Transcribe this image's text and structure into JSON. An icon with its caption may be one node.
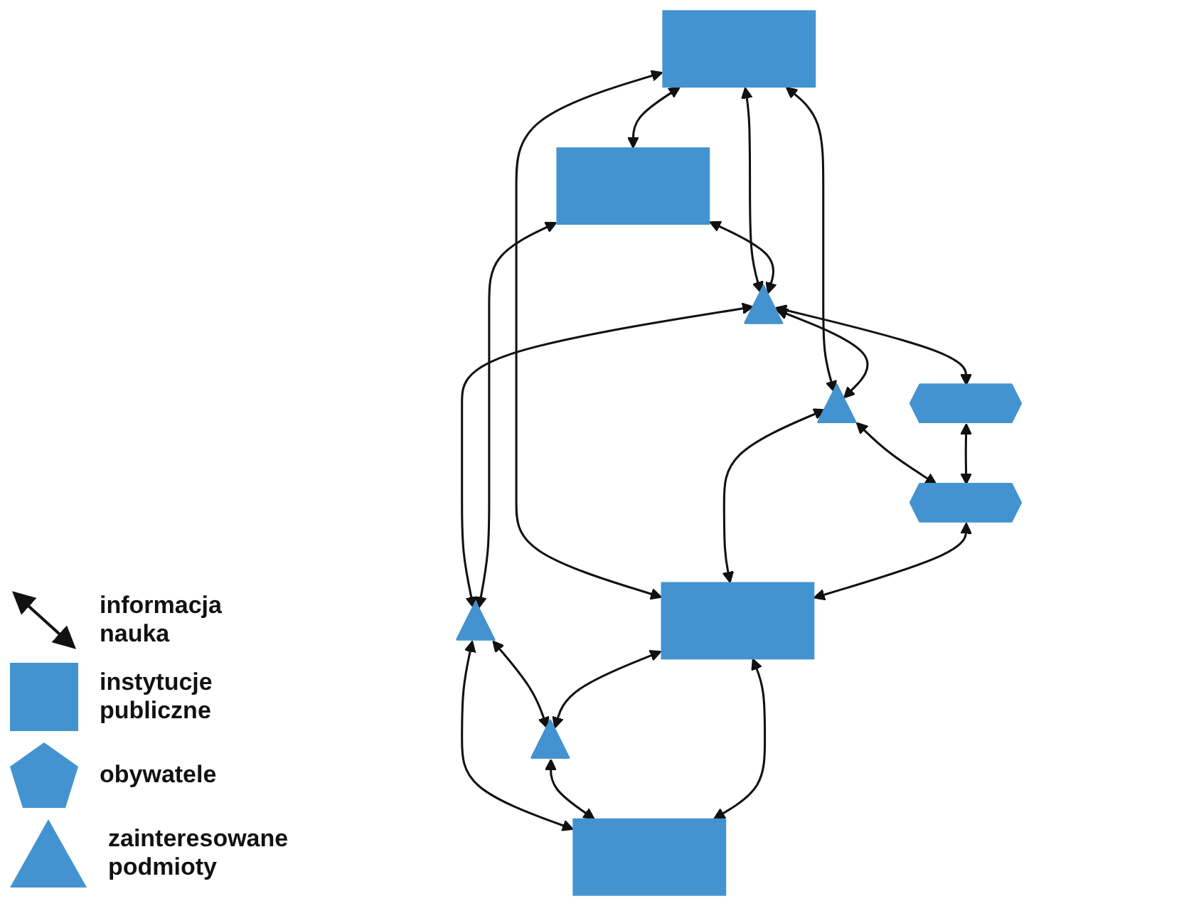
{
  "diagram": {
    "nodes": [
      {
        "text": [],
        "shape": "box"
      },
      {
        "text": [],
        "shape": "triangle"
      },
      {
        "text": [],
        "shape": "triangle"
      },
      {
        "text": [],
        "shape": "box"
      },
      {
        "text": [],
        "shape": "pentagon"
      },
      {
        "text": [],
        "shape": "pentagon"
      },
      {
        "text": [],
        "shape": "box"
      },
      {
        "text": [],
        "shape": "triangle"
      },
      {
        "text": [],
        "shape": "triangle"
      },
      {
        "text": [],
        "shape": "box"
      }
    ],
    "edges": [
      {
        "from": 0,
        "to": 3,
        "arrow": "both"
      },
      {
        "from": 0,
        "to": 1,
        "arrow": "both"
      },
      {
        "from": 0,
        "to": 2,
        "arrow": "both"
      },
      {
        "from": 0,
        "to": 6,
        "arrow": "both"
      },
      {
        "from": 1,
        "to": 2,
        "arrow": "both"
      },
      {
        "from": 3,
        "to": 1,
        "arrow": "both"
      },
      {
        "from": 1,
        "to": 4,
        "arrow": "both"
      },
      {
        "from": 1,
        "to": 7,
        "arrow": "both"
      },
      {
        "from": 2,
        "to": 6,
        "arrow": "both"
      },
      {
        "from": 2,
        "to": 5,
        "arrow": "both"
      },
      {
        "from": 4,
        "to": 5,
        "arrow": "both"
      },
      {
        "from": 5,
        "to": 6,
        "arrow": "both"
      },
      {
        "from": 3,
        "to": 7,
        "arrow": "both"
      },
      {
        "from": 7,
        "to": 8,
        "arrow": "both"
      },
      {
        "from": 6,
        "to": 8,
        "arrow": "both"
      },
      {
        "from": 7,
        "to": 9,
        "arrow": "both"
      },
      {
        "from": 8,
        "to": 9,
        "arrow": "both"
      },
      {
        "from": 9,
        "to": 6,
        "arrow": "both"
      }
    ],
    "legend": [
      {
        "text": "informacja nauka"
      },
      {
        "text": "instytucje publiczne"
      },
      {
        "text": "obywatele"
      },
      {
        "text": "zainteresowane podmioty"
      }
    ]
  }
}
